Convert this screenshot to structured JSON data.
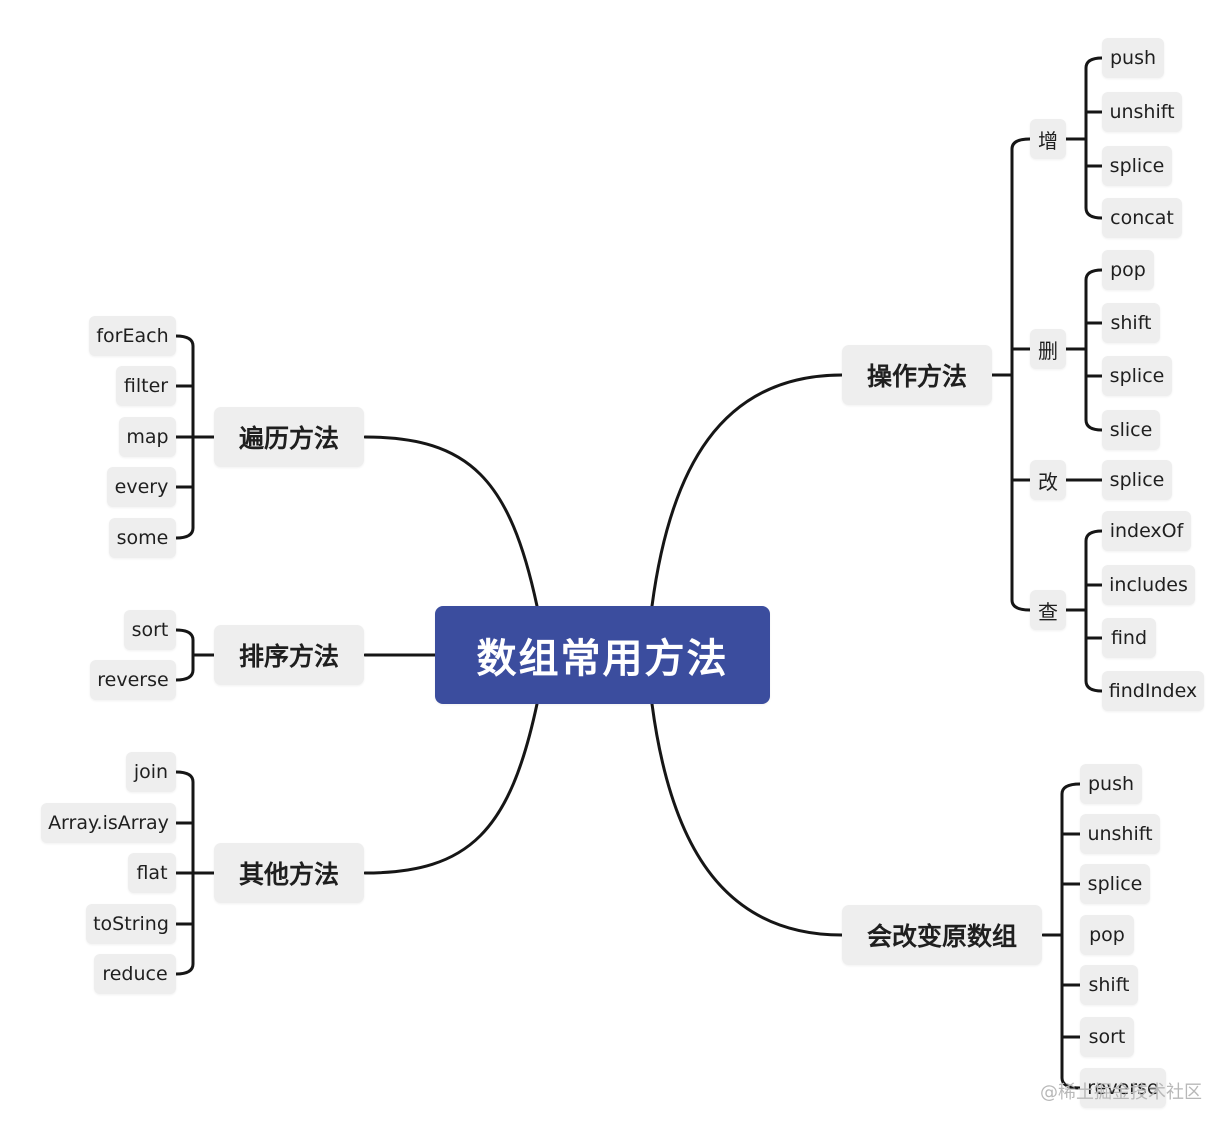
{
  "root": {
    "label": "数组常用方法"
  },
  "branches": {
    "ops": {
      "label": "操作方法",
      "groups": [
        {
          "label": "增",
          "items": [
            "push",
            "unshift",
            "splice",
            "concat"
          ]
        },
        {
          "label": "删",
          "items": [
            "pop",
            "shift",
            "splice",
            "slice"
          ]
        },
        {
          "label": "改",
          "items": [
            "splice"
          ]
        },
        {
          "label": "查",
          "items": [
            "indexOf",
            "includes",
            "find",
            "findIndex"
          ]
        }
      ]
    },
    "mutating": {
      "label": "会改变原数组",
      "items": [
        "push",
        "unshift",
        "splice",
        "pop",
        "shift",
        "sort",
        "reverse"
      ]
    },
    "iterate": {
      "label": "遍历方法",
      "items": [
        "forEach",
        "filter",
        "map",
        "every",
        "some"
      ]
    },
    "sorting": {
      "label": "排序方法",
      "items": [
        "sort",
        "reverse"
      ]
    },
    "other": {
      "label": "其他方法",
      "items": [
        "join",
        "Array.isArray",
        "flat",
        "toString",
        "reduce"
      ]
    }
  },
  "watermark": "@稀土掘金技术社区",
  "colors": {
    "root": "#3b4d9e",
    "node": "#eeeeee",
    "line": "#161616"
  }
}
